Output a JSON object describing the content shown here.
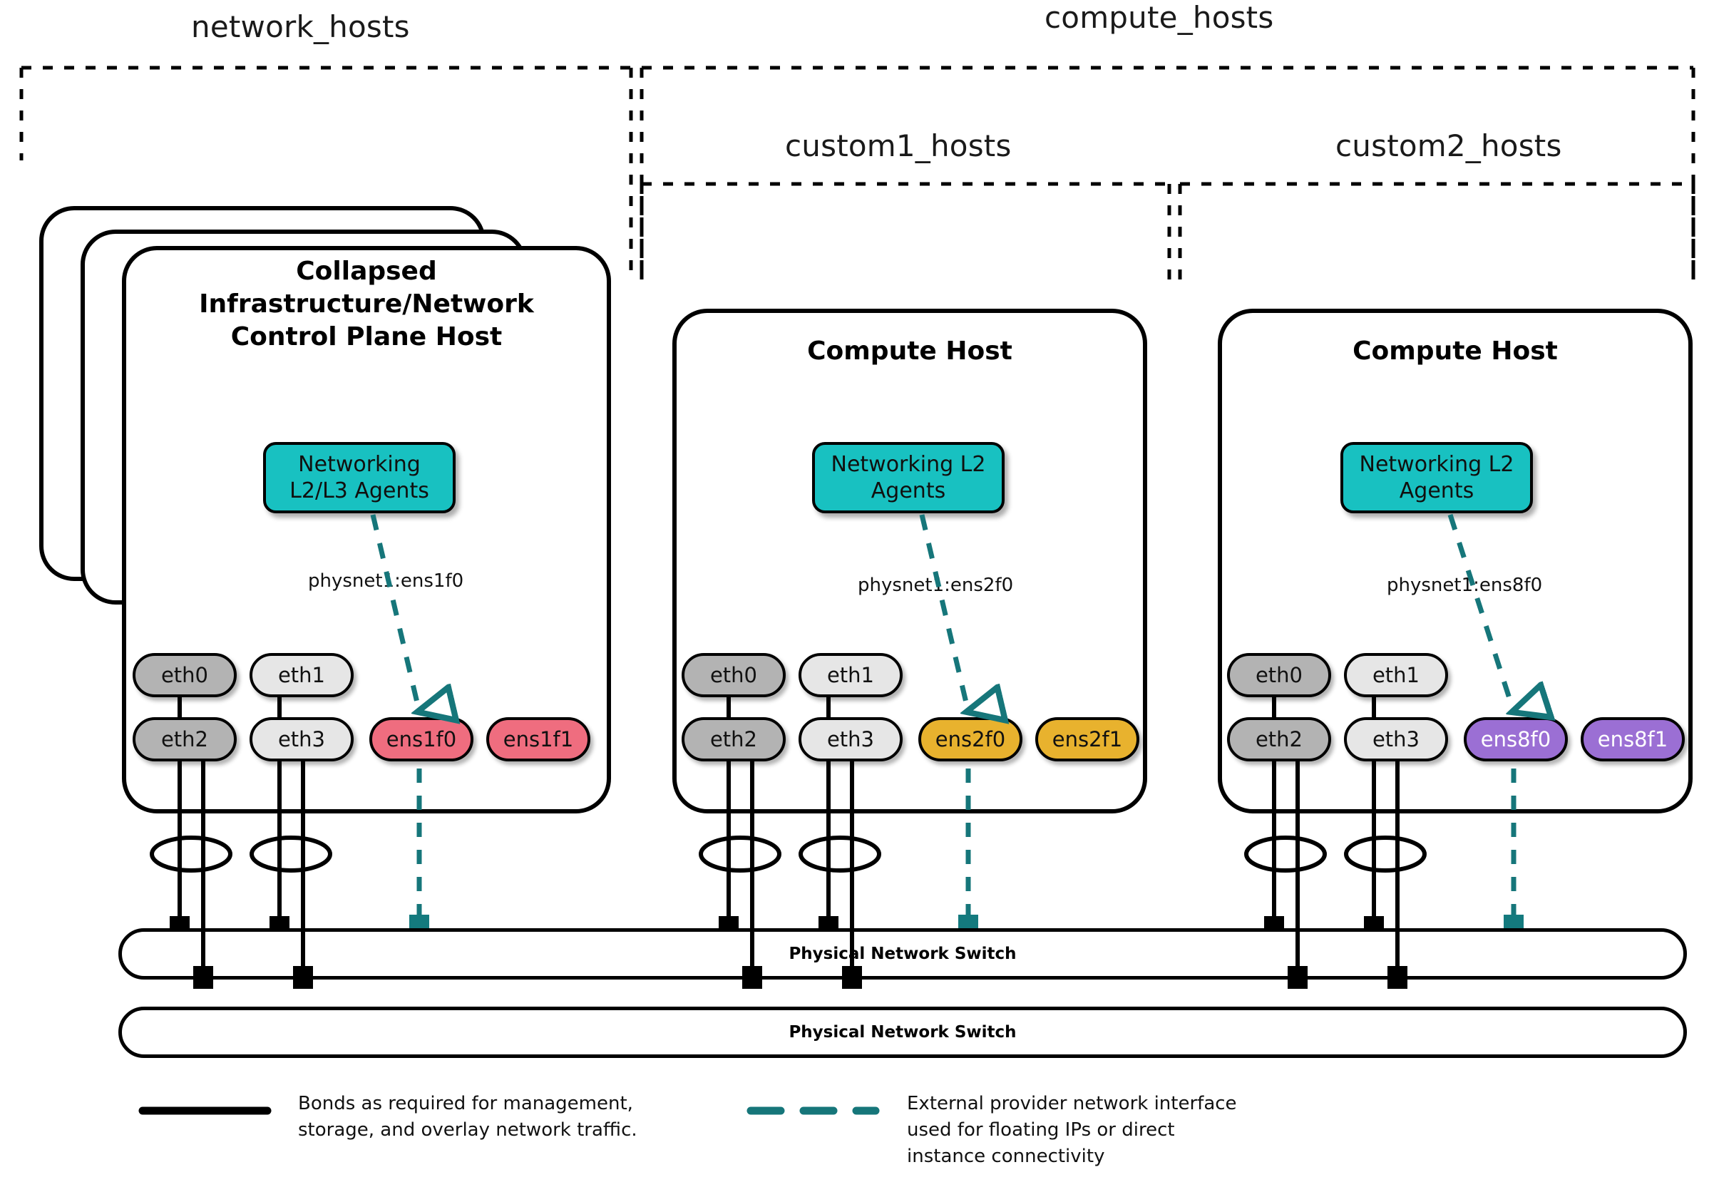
{
  "groups": [
    {
      "id": "network_hosts",
      "label": "network_hosts"
    },
    {
      "id": "compute_hosts",
      "label": "compute_hosts"
    },
    {
      "id": "custom1_hosts",
      "label": "custom1_hosts"
    },
    {
      "id": "custom2_hosts",
      "label": "custom2_hosts"
    }
  ],
  "hosts": [
    {
      "id": "control-plane-host",
      "title": "Collapsed\nInfrastructure/Network\nControl Plane Host",
      "stacked": true,
      "agent": {
        "label": "Networking\nL2/L3 Agents",
        "color": "#18c1c1"
      },
      "physnet": "physnet1:ens1f0",
      "nics": [
        {
          "name": "eth0",
          "style": "dark"
        },
        {
          "name": "eth1",
          "style": "light"
        },
        {
          "name": "eth2",
          "style": "dark"
        },
        {
          "name": "eth3",
          "style": "light"
        },
        {
          "name": "ens1f0",
          "style": "color",
          "color": "#ef6d7f",
          "text": "#111111"
        },
        {
          "name": "ens1f1",
          "style": "color",
          "color": "#ef6d7f",
          "text": "#111111"
        }
      ]
    },
    {
      "id": "compute-host-1",
      "title": "Compute Host",
      "stacked": false,
      "agent": {
        "label": "Networking\nL2 Agents",
        "color": "#18c1c1"
      },
      "physnet": "physnet1:ens2f0",
      "nics": [
        {
          "name": "eth0",
          "style": "dark"
        },
        {
          "name": "eth1",
          "style": "light"
        },
        {
          "name": "eth2",
          "style": "dark"
        },
        {
          "name": "eth3",
          "style": "light"
        },
        {
          "name": "ens2f0",
          "style": "color",
          "color": "#e8b22e",
          "text": "#111111"
        },
        {
          "name": "ens2f1",
          "style": "color",
          "color": "#e8b22e",
          "text": "#111111"
        }
      ]
    },
    {
      "id": "compute-host-2",
      "title": "Compute Host",
      "stacked": false,
      "agent": {
        "label": "Networking\nL2 Agents",
        "color": "#18c1c1"
      },
      "physnet": "physnet1:ens8f0",
      "nics": [
        {
          "name": "eth0",
          "style": "dark"
        },
        {
          "name": "eth1",
          "style": "light"
        },
        {
          "name": "eth2",
          "style": "dark"
        },
        {
          "name": "eth3",
          "style": "light"
        },
        {
          "name": "ens8f0",
          "style": "color",
          "color": "#9b6fd4",
          "text": "#ffffff"
        },
        {
          "name": "ens8f1",
          "style": "color",
          "color": "#9b6fd4",
          "text": "#ffffff"
        }
      ]
    }
  ],
  "switches": [
    {
      "id": "switch-top",
      "label": "Physical Network Switch"
    },
    {
      "id": "switch-bottom",
      "label": "Physical Network Switch"
    }
  ],
  "legend": [
    {
      "id": "bonds",
      "style": "solid",
      "color": "#000000",
      "text": "Bonds as required for management,\nstorage, and overlay network traffic."
    },
    {
      "id": "provider",
      "style": "dashed",
      "color": "#16767a",
      "text": "External provider network interface\nused for floating IPs or direct\ninstance connectivity"
    }
  ],
  "colors": {
    "agent_teal": "#18c1c1",
    "dashed_teal": "#16767a",
    "nic_dark": "#b3b3b3",
    "nic_light": "#e6e6e6",
    "nic_pink": "#ef6d7f",
    "nic_amber": "#e8b22e",
    "nic_purple": "#9b6fd4",
    "line_black": "#000000"
  }
}
